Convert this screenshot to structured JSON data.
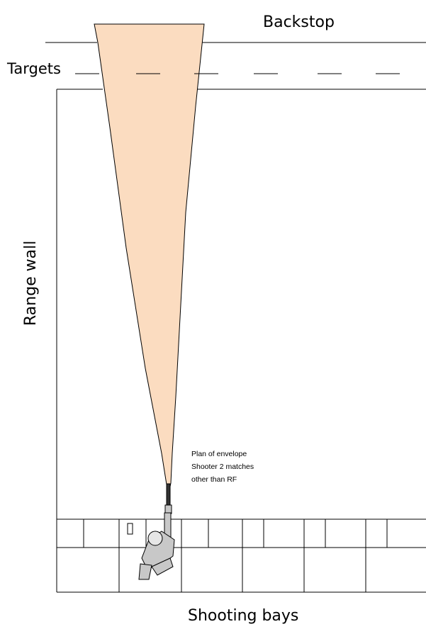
{
  "labels": {
    "backstop": "Backstop",
    "targets": "Targets",
    "range_wall": "Range wall",
    "shooting_bays": "Shooting bays"
  },
  "annotation": {
    "line1": "Plan of envelope",
    "line2": "Shooter 2 matches",
    "line3": "other than RF"
  },
  "colors": {
    "envelope_fill": "#fbdcc0",
    "line": "#000000",
    "shooter_fill": "#c8c8c8"
  }
}
